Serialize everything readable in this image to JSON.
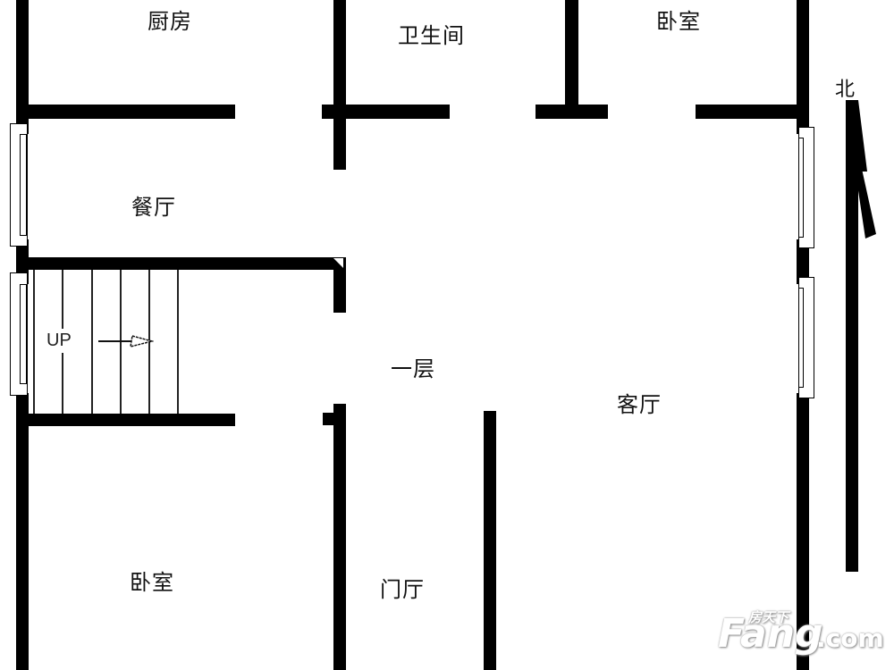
{
  "floor_label": "一层",
  "rooms": [
    {
      "id": "kitchen",
      "label": "厨房"
    },
    {
      "id": "bathroom",
      "label": "卫生间"
    },
    {
      "id": "bedroom-north",
      "label": "卧室"
    },
    {
      "id": "dining",
      "label": "餐厅"
    },
    {
      "id": "living",
      "label": "客厅"
    },
    {
      "id": "bedroom-south",
      "label": "卧室"
    },
    {
      "id": "foyer",
      "label": "门厅"
    }
  ],
  "stairs": {
    "label": "UP",
    "direction": "east"
  },
  "compass": {
    "label": "北"
  },
  "watermark": {
    "cn": "房天下",
    "en_big": "Fang",
    "en_small": ".com"
  },
  "colors": {
    "wall": "#000000",
    "background": "#ffffff"
  }
}
